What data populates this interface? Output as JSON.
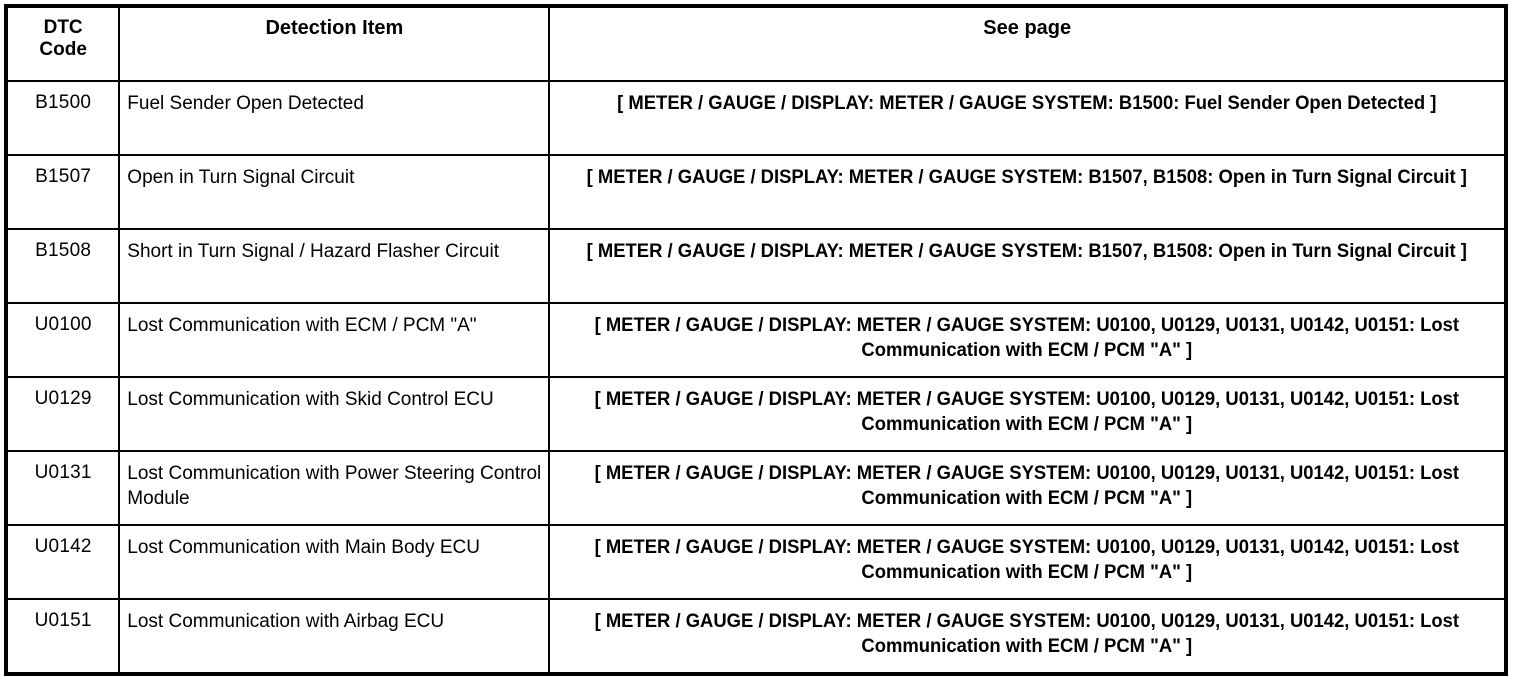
{
  "table": {
    "columns": [
      {
        "key": "dtc_code",
        "label": "DTC\nCode"
      },
      {
        "key": "detection_item",
        "label": "Detection Item"
      },
      {
        "key": "see_page",
        "label": "See page"
      }
    ],
    "header": {
      "dtc_code_line1": "DTC",
      "dtc_code_line2": "Code",
      "detection_item": "Detection Item",
      "see_page": "See page"
    },
    "rows": [
      {
        "dtc_code": "B1500",
        "detection_item": "Fuel Sender Open Detected",
        "see_page": "[ METER / GAUGE / DISPLAY: METER / GAUGE SYSTEM: B1500: Fuel Sender Open Detected ]"
      },
      {
        "dtc_code": "B1507",
        "detection_item": "Open in Turn Signal Circuit",
        "see_page": "[ METER / GAUGE / DISPLAY: METER / GAUGE SYSTEM: B1507, B1508: Open in Turn Signal Circuit ]"
      },
      {
        "dtc_code": "B1508",
        "detection_item": "Short in Turn Signal / Hazard Flasher Circuit",
        "see_page": "[ METER / GAUGE / DISPLAY: METER / GAUGE SYSTEM: B1507, B1508: Open in Turn Signal Circuit ]"
      },
      {
        "dtc_code": "U0100",
        "detection_item": "Lost Communication with ECM / PCM \"A\"",
        "see_page": "[ METER / GAUGE / DISPLAY: METER / GAUGE SYSTEM: U0100, U0129, U0131, U0142, U0151: Lost Communication with ECM / PCM \"A\" ]"
      },
      {
        "dtc_code": "U0129",
        "detection_item": "Lost Communication with Skid Control ECU",
        "see_page": "[ METER / GAUGE / DISPLAY: METER / GAUGE SYSTEM: U0100, U0129, U0131, U0142, U0151: Lost Communication with ECM / PCM \"A\" ]"
      },
      {
        "dtc_code": "U0131",
        "detection_item": "Lost Communication with Power Steering Control Module",
        "see_page": "[ METER / GAUGE / DISPLAY: METER / GAUGE SYSTEM: U0100, U0129, U0131, U0142, U0151: Lost Communication with ECM / PCM \"A\" ]"
      },
      {
        "dtc_code": "U0142",
        "detection_item": "Lost Communication with Main Body ECU",
        "see_page": "[ METER / GAUGE / DISPLAY: METER / GAUGE SYSTEM: U0100, U0129, U0131, U0142, U0151: Lost Communication with ECM / PCM \"A\" ]"
      },
      {
        "dtc_code": "U0151",
        "detection_item": "Lost Communication with Airbag ECU",
        "see_page": "[ METER / GAUGE / DISPLAY: METER / GAUGE SYSTEM: U0100, U0129, U0131, U0142, U0151: Lost Communication with ECM / PCM \"A\" ]"
      }
    ]
  },
  "colors": {
    "border": "#000000",
    "text": "#000000",
    "background": "#ffffff"
  }
}
